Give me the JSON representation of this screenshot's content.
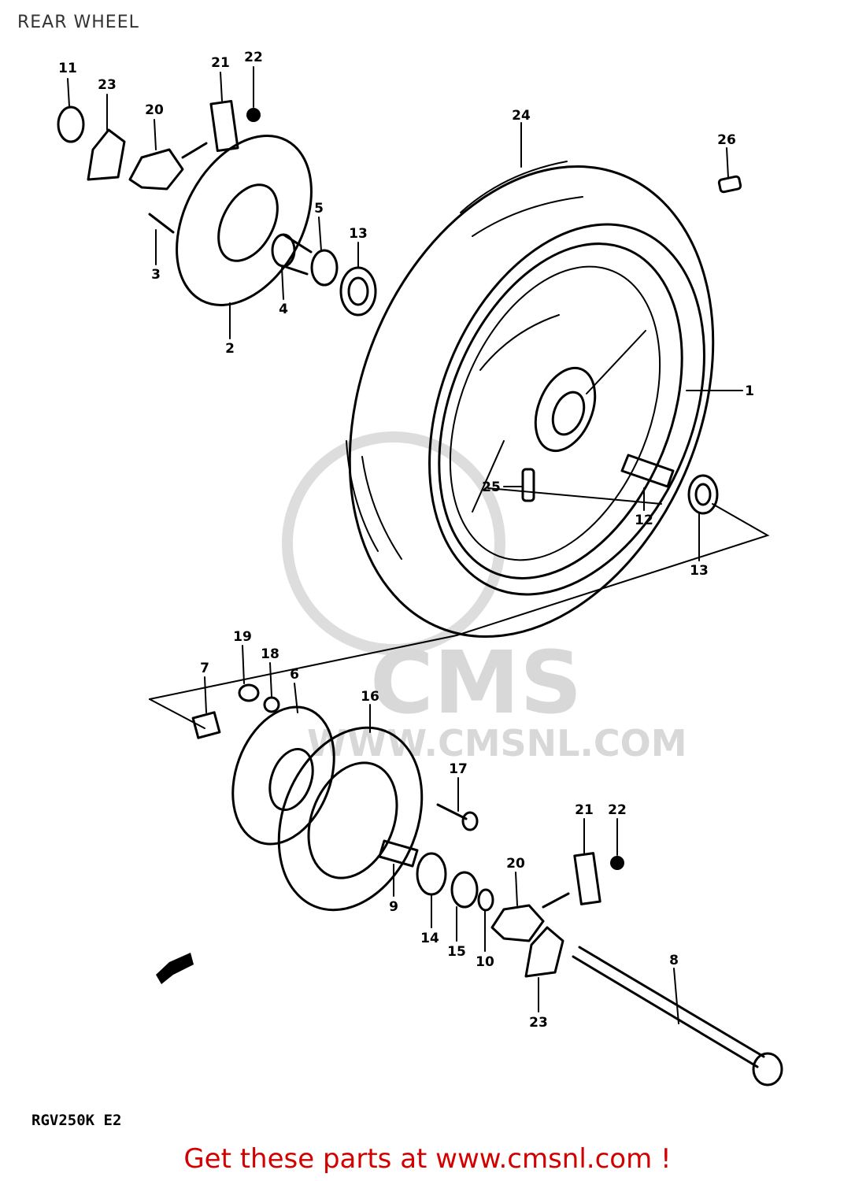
{
  "title": "REAR WHEEL",
  "model_code": "RGV250K E2",
  "footer_text": "Get these parts at www.cmsnl.com !",
  "watermark": {
    "brand": "CMS",
    "url": "WWW.CMSNL.COM",
    "color": "#d8d8d8"
  },
  "colors": {
    "lines": "#000000",
    "footer": "#d40000",
    "title": "#333333"
  },
  "callouts": [
    {
      "id": "c11",
      "text": "11"
    },
    {
      "id": "c23a",
      "text": "23"
    },
    {
      "id": "c20a",
      "text": "20"
    },
    {
      "id": "c21a",
      "text": "21"
    },
    {
      "id": "c22a",
      "text": "22"
    },
    {
      "id": "c3",
      "text": "3"
    },
    {
      "id": "c2",
      "text": "2"
    },
    {
      "id": "c4",
      "text": "4"
    },
    {
      "id": "c5",
      "text": "5"
    },
    {
      "id": "c13a",
      "text": "13"
    },
    {
      "id": "c24",
      "text": "24"
    },
    {
      "id": "c26",
      "text": "26"
    },
    {
      "id": "c1",
      "text": "1"
    },
    {
      "id": "c25",
      "text": "25"
    },
    {
      "id": "c12",
      "text": "12"
    },
    {
      "id": "c13b",
      "text": "13"
    },
    {
      "id": "c19",
      "text": "19"
    },
    {
      "id": "c18",
      "text": "18"
    },
    {
      "id": "c7",
      "text": "7"
    },
    {
      "id": "c6",
      "text": "6"
    },
    {
      "id": "c16",
      "text": "16"
    },
    {
      "id": "c17",
      "text": "17"
    },
    {
      "id": "c21b",
      "text": "21"
    },
    {
      "id": "c22b",
      "text": "22"
    },
    {
      "id": "c20b",
      "text": "20"
    },
    {
      "id": "c9",
      "text": "9"
    },
    {
      "id": "c14",
      "text": "14"
    },
    {
      "id": "c15",
      "text": "15"
    },
    {
      "id": "c10",
      "text": "10"
    },
    {
      "id": "c8",
      "text": "8"
    },
    {
      "id": "c23b",
      "text": "23"
    }
  ]
}
